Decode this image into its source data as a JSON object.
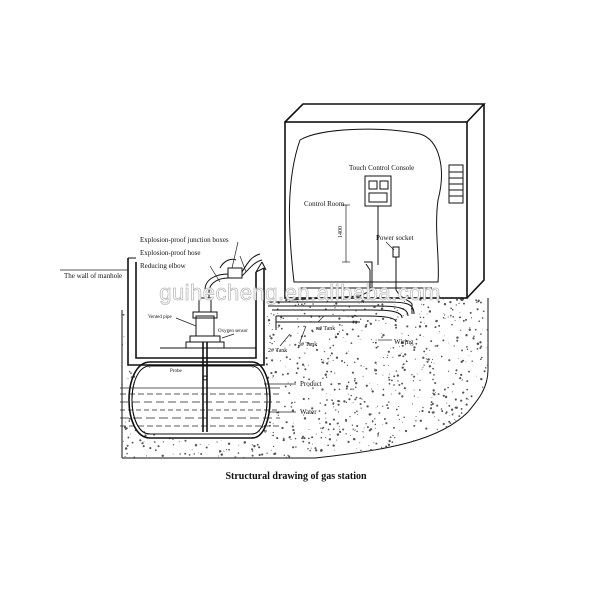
{
  "diagram": {
    "caption": "Structural drawing of gas station",
    "labels": {
      "control_room": "Control Room",
      "touch_control_console": "Touch Control Console",
      "power_socket": "Power socket",
      "height_mark": "1400",
      "explosion_proof_junction_boxes": "Explosion-proof junction boxes",
      "explosion_proof_hose": "Explosion-proof hose",
      "reducing_elbow": "Reducing elbow",
      "manhole_wall": "The wall of manhole",
      "vented_pipe": "Vented pipe",
      "oxygen_sensor": "Oxygen sensor",
      "probe": "Probe",
      "product": "Product",
      "water": "Water",
      "tank_2": "2# Tank",
      "tank_3": "3# Tank",
      "tank_n": "n# Tank",
      "wiring": "Wiring"
    },
    "watermark": "guihecheng.en.alibaba.com",
    "colors": {
      "line": "#111111",
      "soil_dots": "#555555",
      "background": "#ffffff"
    }
  }
}
